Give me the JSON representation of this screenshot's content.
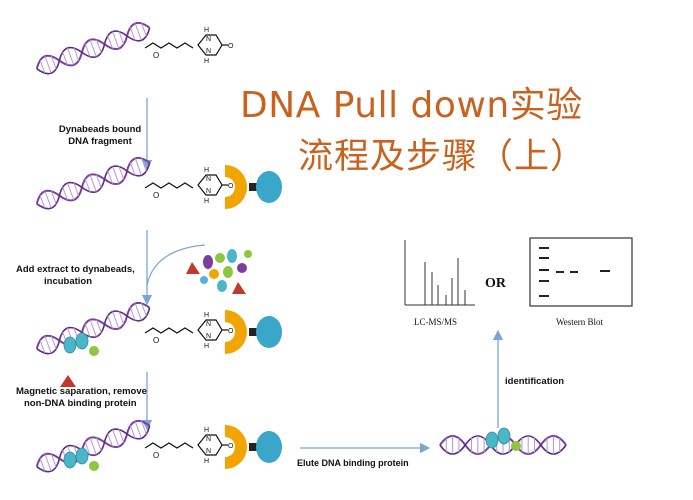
{
  "title": {
    "line1": "DNA Pull down实验",
    "line2": "流程及步骤（上）"
  },
  "steps": {
    "step1": [
      "Dynabeads bound",
      "DNA fragment"
    ],
    "step2": [
      "Add extract to dynabeads,",
      "incubation"
    ],
    "step3": [
      "Magnetic saparation, remove",
      "non-DNA binding protein"
    ],
    "step4": "Elute DNA binding protein",
    "step5": "identification"
  },
  "results": {
    "lcms_label": "LC-MS/MS",
    "or_label": "OR",
    "western_label": "Western Blot"
  },
  "colors": {
    "title": "#c8621e",
    "dna": "#7b3fa0",
    "bead": "#f2a500",
    "antibody": "#3aa6c9",
    "arrow": "#7aa6d6",
    "protein_teal": "#4bb6c8",
    "protein_green": "#8dc63f",
    "protein_red": "#c0392b"
  }
}
